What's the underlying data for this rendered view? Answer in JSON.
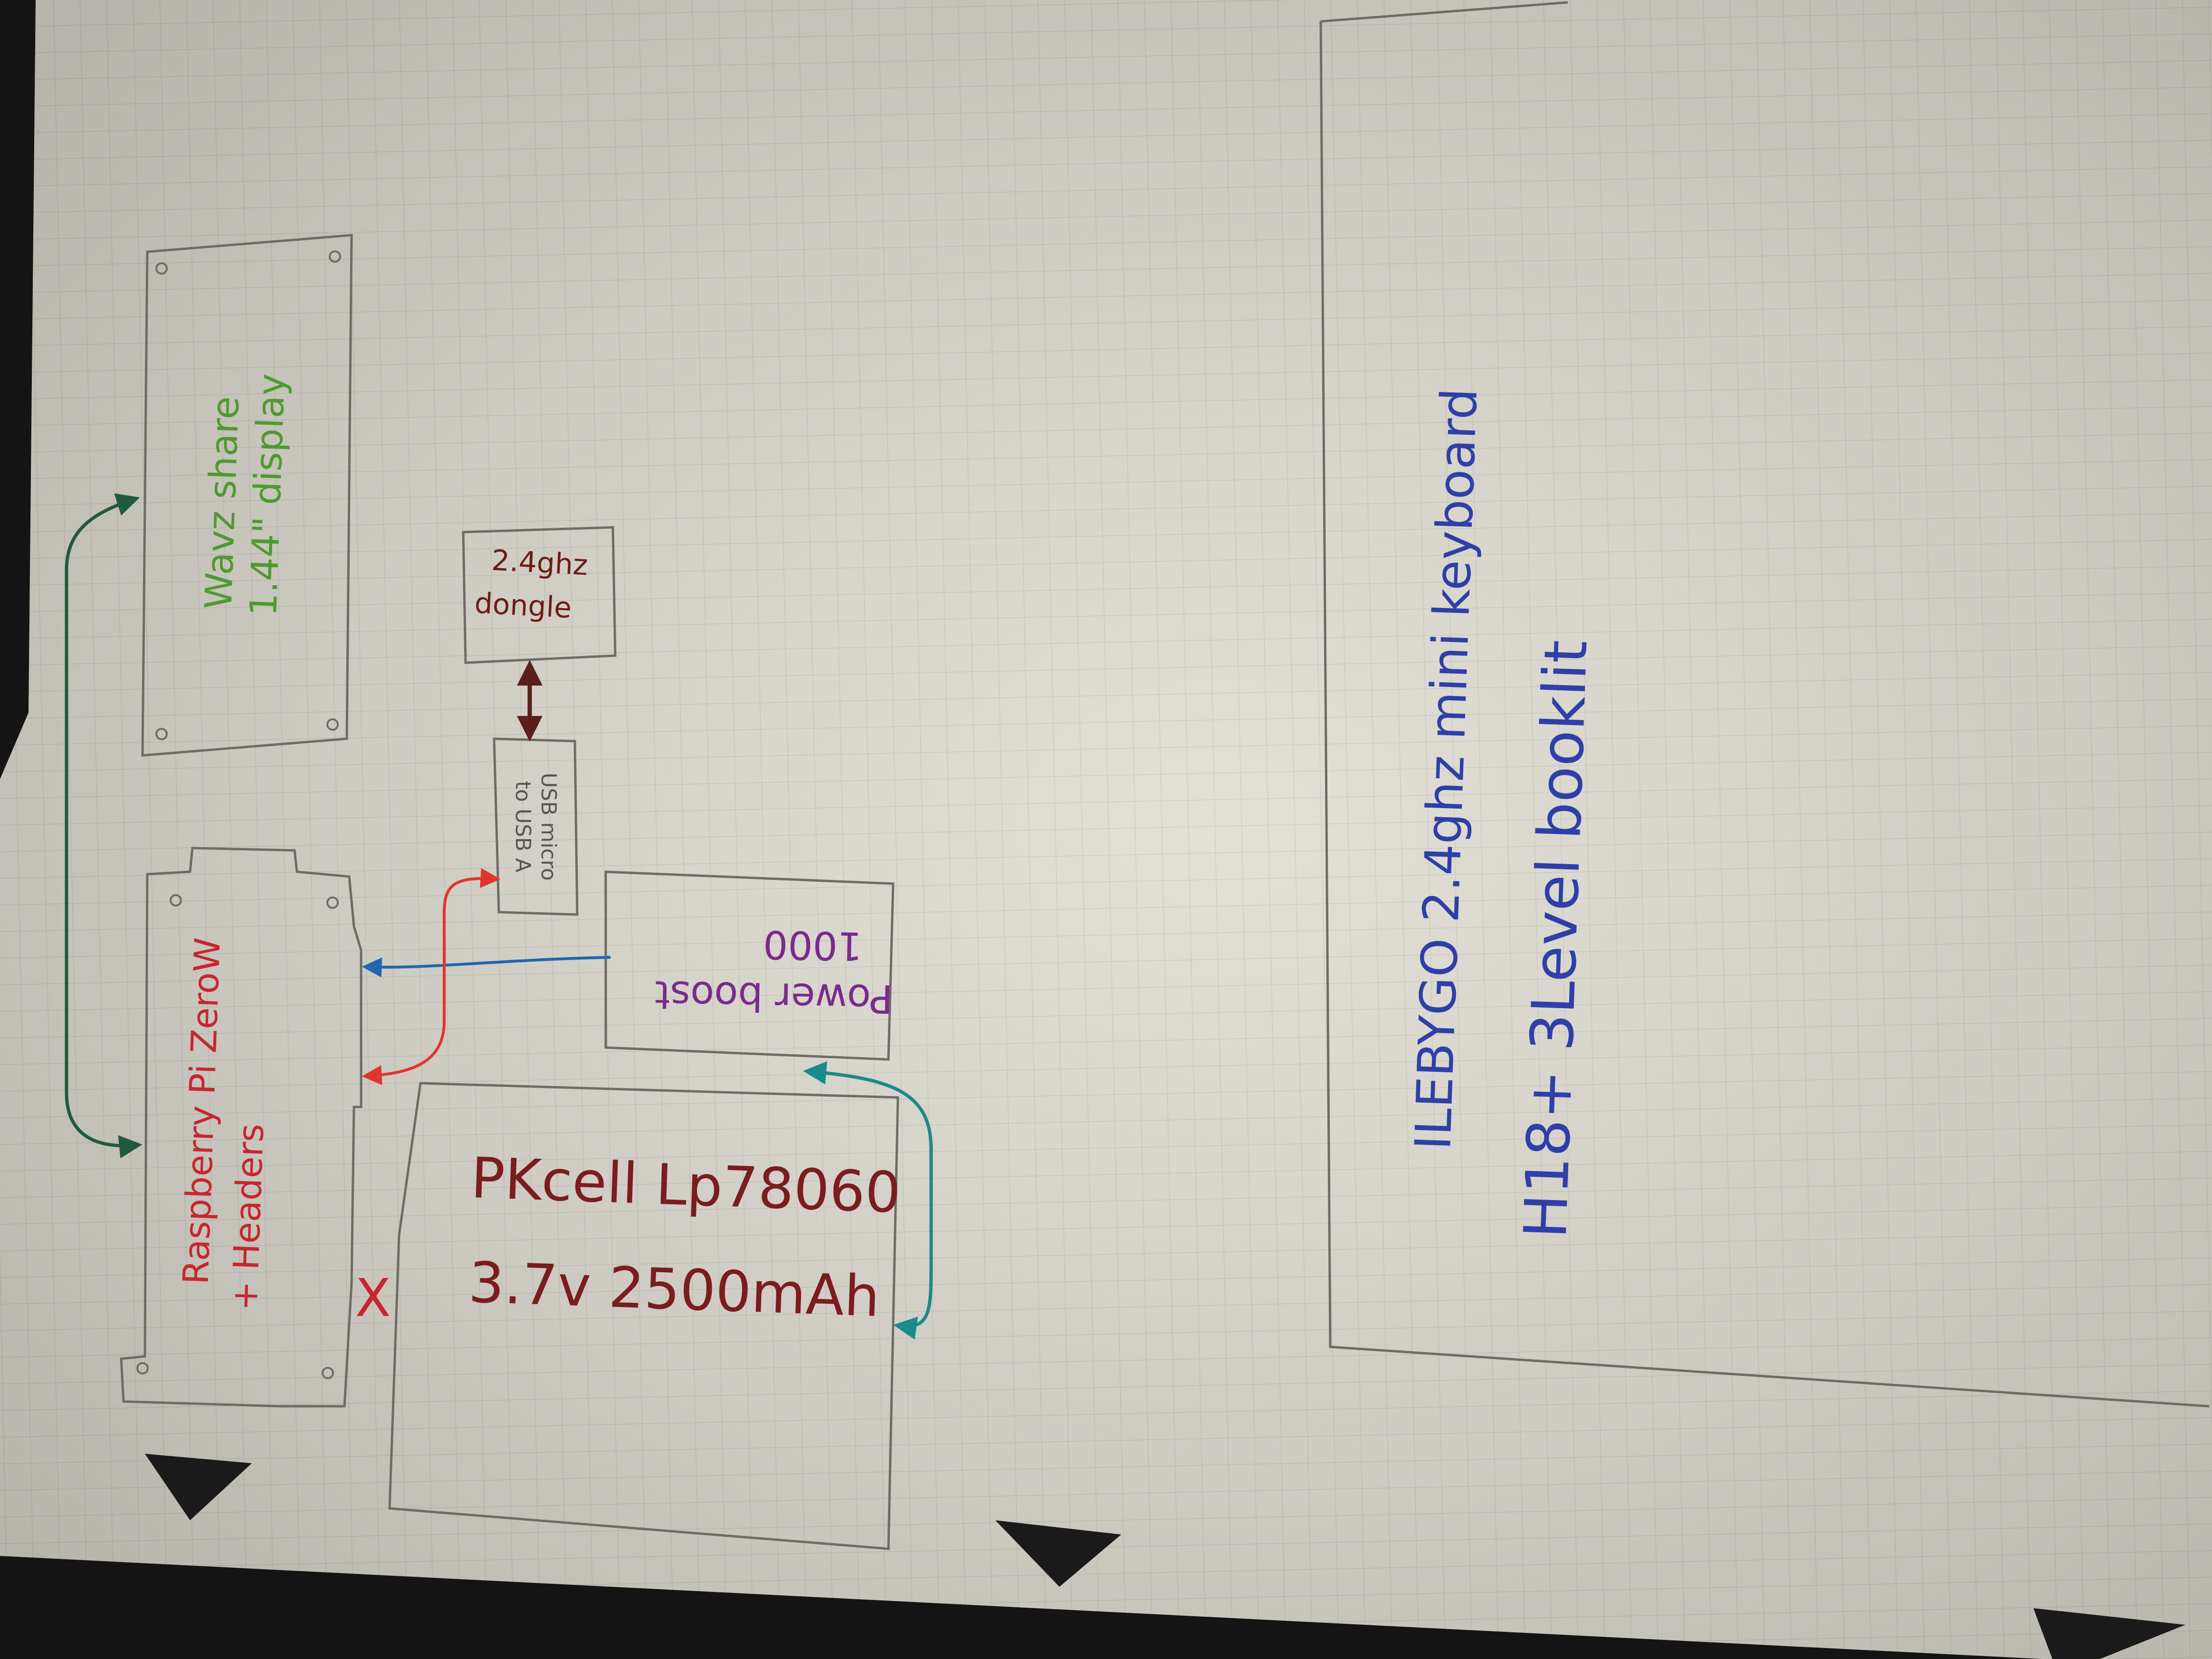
{
  "colors": {
    "paper": "#dedbd1",
    "grid": "#c3c0b6",
    "pencil": "#6e6c66",
    "display_label": "#4f9a2e",
    "pi_label": "#c7262f",
    "battery_label": "#7b1c1f",
    "powerboost_label": "#7a2a8c",
    "keyboard_label": "#2f3fa8",
    "dongle_label": "#6b1e14",
    "arrow_green": "#1f5a3e",
    "arrow_teal": "#1b8a8a",
    "arrow_red": "#e0352b",
    "arrow_blue": "#2366b0",
    "arrow_brown": "#5a1f1a"
  },
  "components": {
    "display": {
      "line1": "Wavz share",
      "line2": "1.44\" display"
    },
    "pi": {
      "line1": "Raspberry Pi ZeroW",
      "line2": "+ Headers"
    },
    "dongle": {
      "line1": "2.4ghz",
      "line2": "dongle"
    },
    "usb_adapter": {
      "line1": "USB micro",
      "line2": "to USB A"
    },
    "powerboost": {
      "line1": "Power boost",
      "line2": "1000"
    },
    "battery": {
      "line1": "PKcell Lp78060",
      "line2": "3.7v 2500mAh"
    },
    "keyboard": {
      "line1": "ILEBYGO  2.4ghz mini keyboard",
      "line2": "H18+  3Level booklit"
    }
  },
  "marks": {
    "x_mark": "X"
  }
}
